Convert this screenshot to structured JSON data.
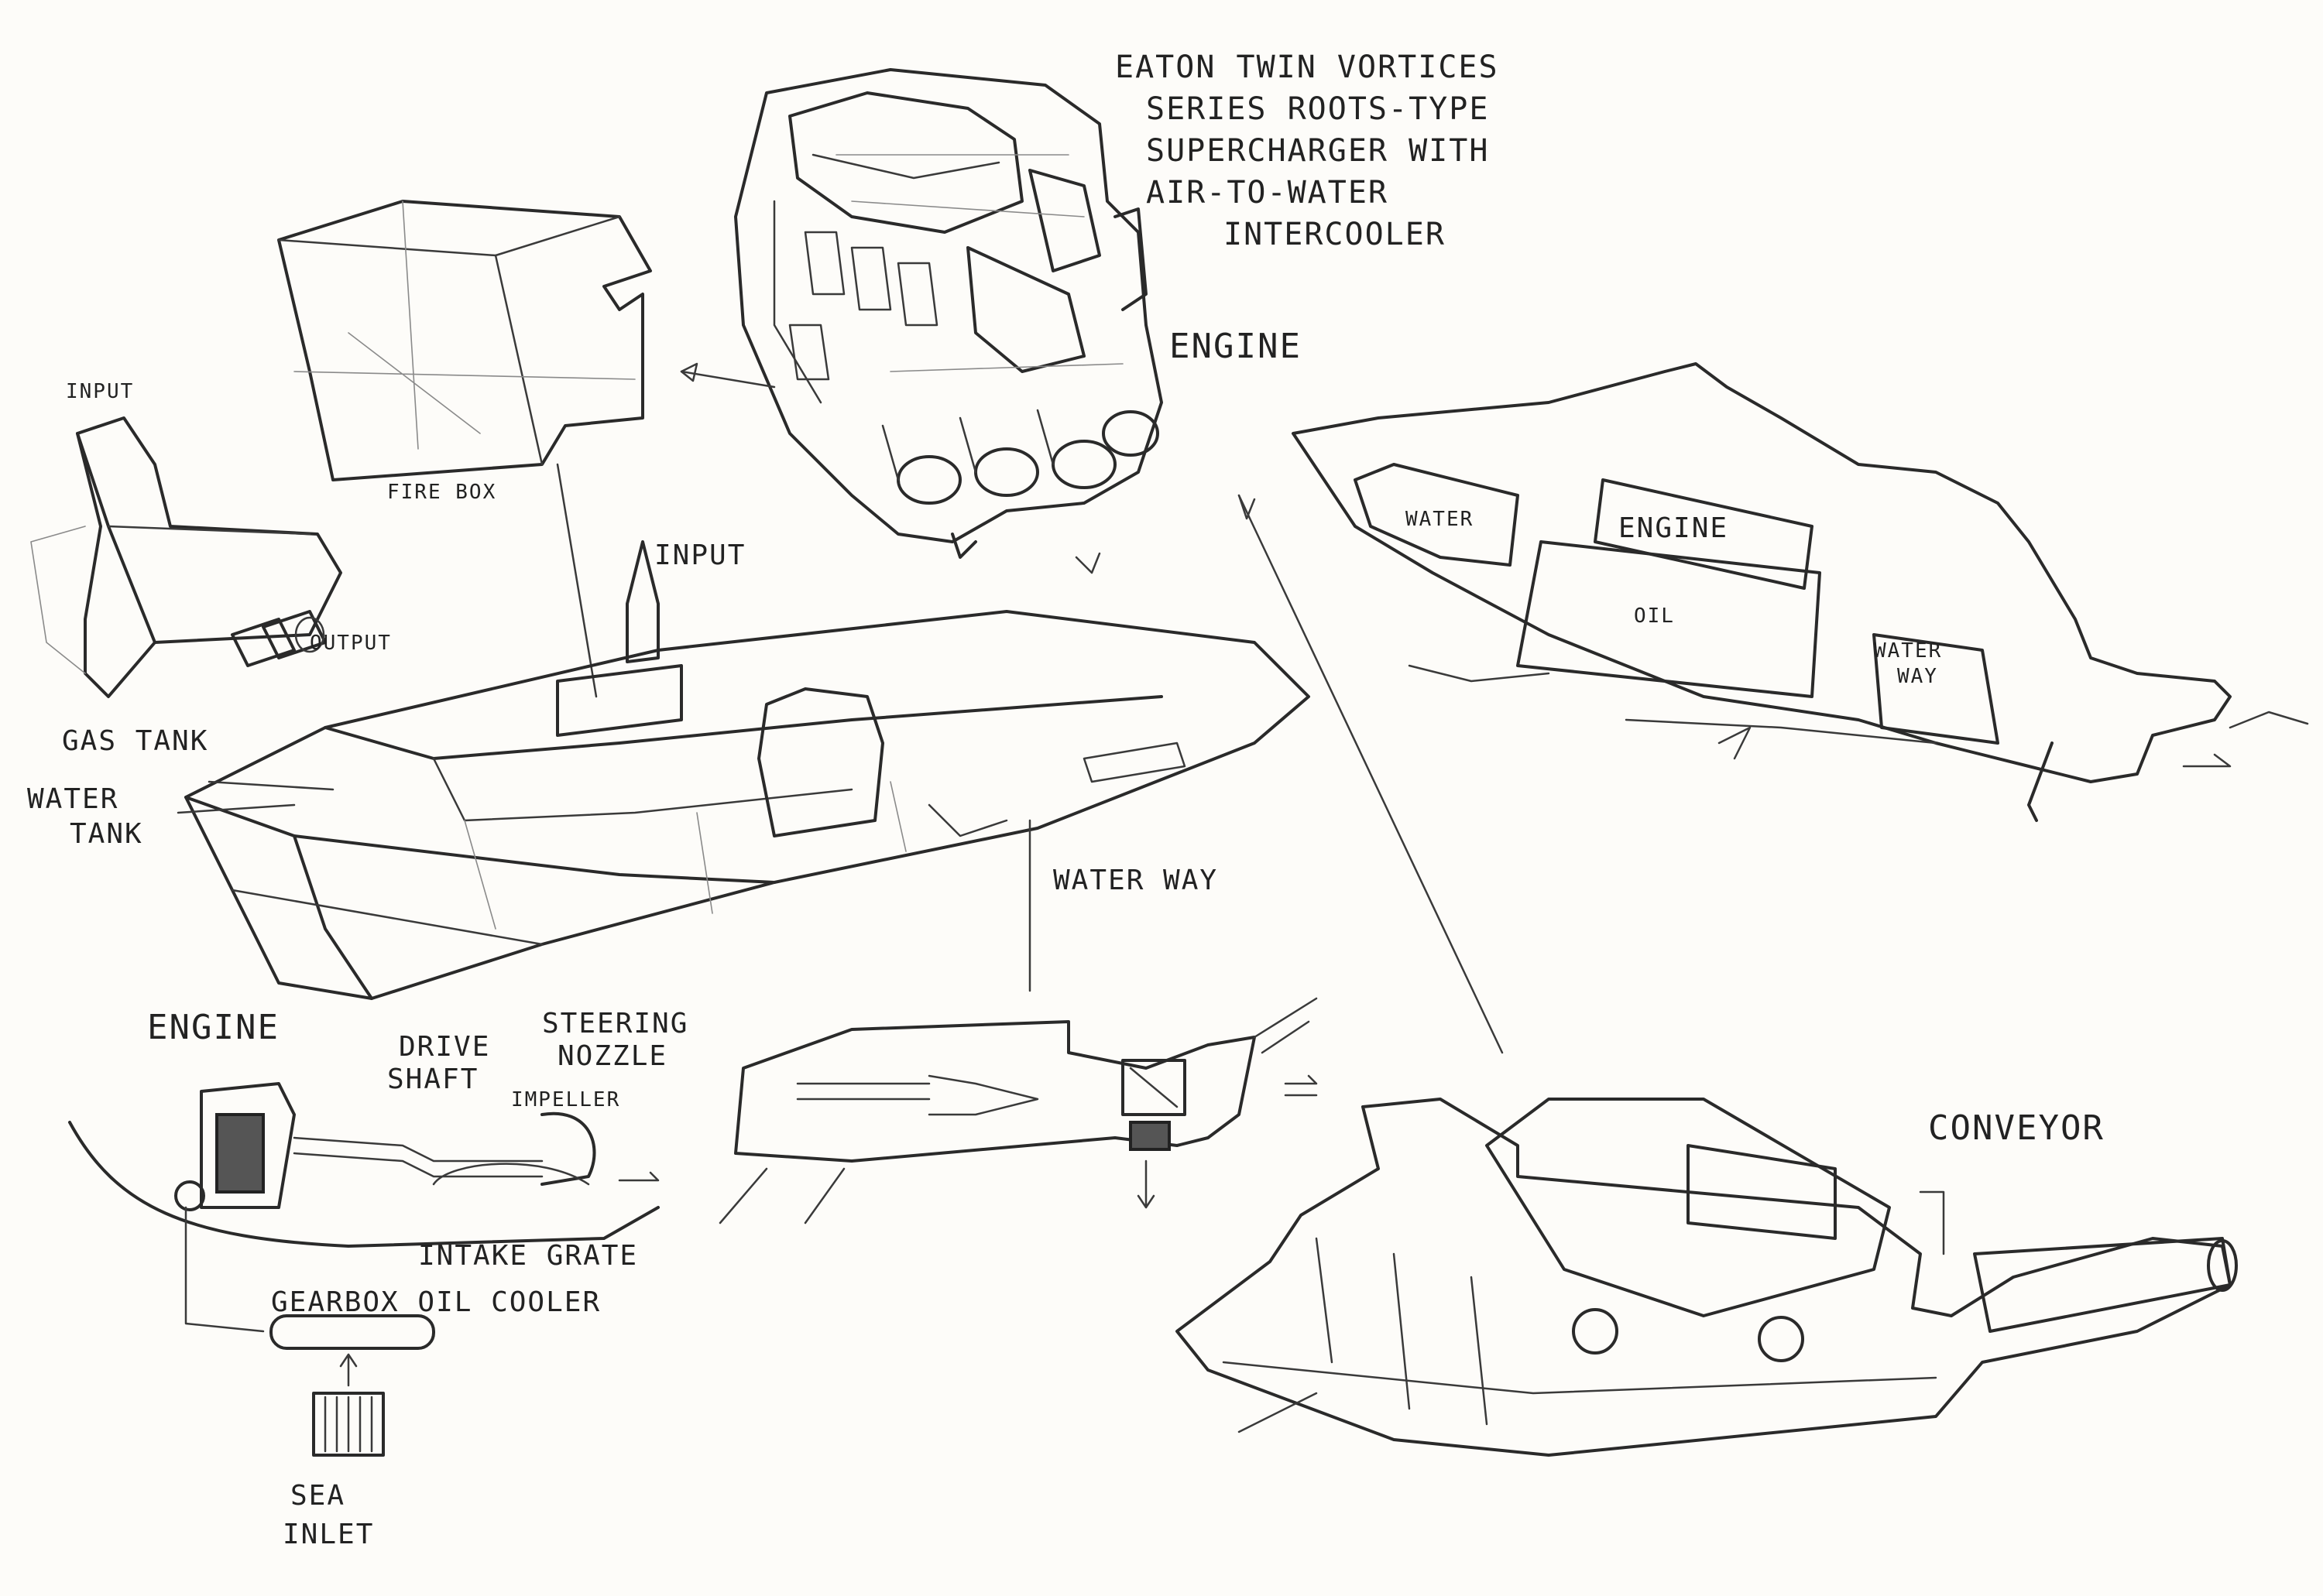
{
  "notes": {
    "supercharger": [
      "EATON TWIN VORTICES",
      "SERIES ROOTS-TYPE",
      "SUPERCHARGER WITH",
      "AIR-TO-WATER",
      "INTERCOOLER"
    ]
  },
  "labels": {
    "engine_top": "ENGINE",
    "fire_box": "FIRE BOX",
    "input_left": "INPUT",
    "output_left": "OUTPUT",
    "input_mid": "INPUT",
    "gas_tank": "GAS TANK",
    "water_tank_1": "WATER",
    "water_tank_2": "TANK",
    "water_way_mid": "WATER WAY",
    "water_right": "WATER",
    "engine_right": "ENGINE",
    "oil_right": "OIL",
    "water_way_right_1": "WATER",
    "water_way_right_2": "WAY",
    "engine_bottom": "ENGINE",
    "drive_shaft_1": "DRIVE",
    "drive_shaft_2": "SHAFT",
    "steering_nozzle_1": "STEERING",
    "steering_nozzle_2": "NOZZLE",
    "impeller": "IMPELLER",
    "intake_grate": "INTAKE GRATE",
    "gearbox_oil_cooler": "GEARBOX OIL COOLER",
    "sea_inlet_1": "SEA",
    "sea_inlet_2": "INLET",
    "conveyor": "CONVEYOR"
  },
  "colors": {
    "ink": "#2a2a2a",
    "paper": "#fdfcf9"
  }
}
